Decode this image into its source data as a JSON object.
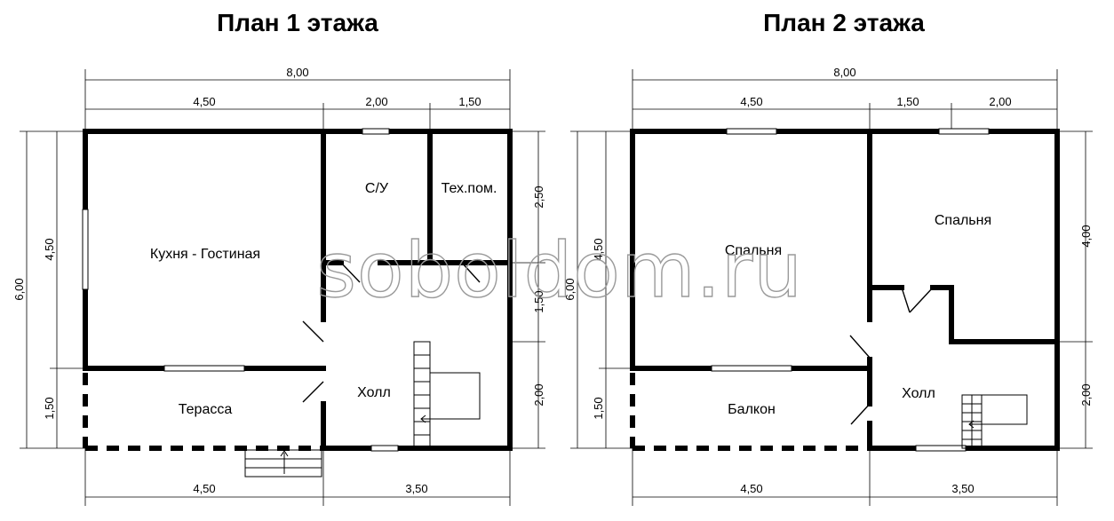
{
  "plans": [
    {
      "title": "План 1 этажа",
      "dims": {
        "total_width": "8,00",
        "top_segments": [
          "4,50",
          "2,00",
          "1,50"
        ],
        "bottom_segments": [
          "4,50",
          "3,50"
        ],
        "left_total": "6,00",
        "left_segments": [
          "4,50",
          "1,50"
        ],
        "right_segments": [
          "2,50",
          "1,50",
          "2,00"
        ]
      },
      "rooms": [
        "Кухня - Гостиная",
        "С/У",
        "Тех.пом.",
        "Холл",
        "Терасса"
      ]
    },
    {
      "title": "План 2 этажа",
      "dims": {
        "total_width": "8,00",
        "top_segments": [
          "4,50",
          "1,50",
          "2,00"
        ],
        "bottom_segments": [
          "4,50",
          "3,50"
        ],
        "left_total": "6,00",
        "left_segments": [
          "4,50",
          "1,50"
        ],
        "right_segments": [
          "4,00",
          "2,00"
        ]
      },
      "rooms": [
        "Спальня",
        "Спальня",
        "Холл",
        "Балкон"
      ]
    }
  ],
  "watermark": "soboldom.ru"
}
